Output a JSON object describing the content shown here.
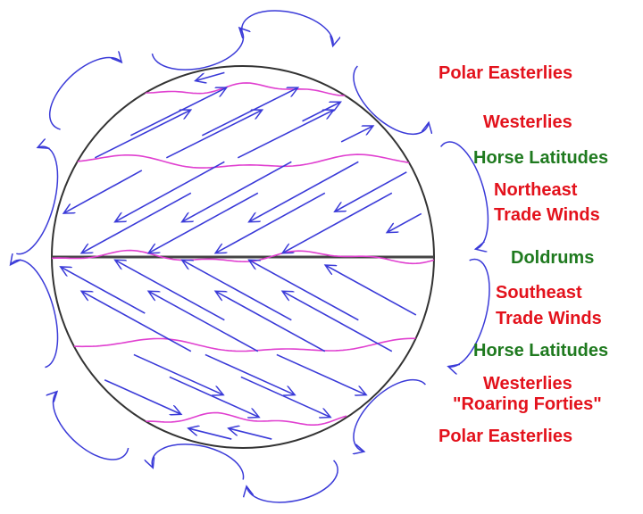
{
  "title_colors": {
    "wind": "#e3121c",
    "calm": "#1f7a1f",
    "arrows": "#3a3ad8",
    "boundaries": "#e040d0",
    "earth": "#333333"
  },
  "labels": {
    "polar_easterlies_north": "Polar Easterlies",
    "westerlies_north": "Westerlies",
    "horse_latitudes_north": "Horse Latitudes",
    "ne_trade_line1": "Northeast",
    "ne_trade_line2": "Trade Winds",
    "doldrums": "Doldrums",
    "se_trade_line1": "Southeast",
    "se_trade_line2": "Trade Winds",
    "horse_latitudes_south": "Horse Latitudes",
    "westerlies_south": "Westerlies",
    "roaring_forties": "\"Roaring Forties\"",
    "polar_easterlies_south": "Polar Easterlies"
  }
}
